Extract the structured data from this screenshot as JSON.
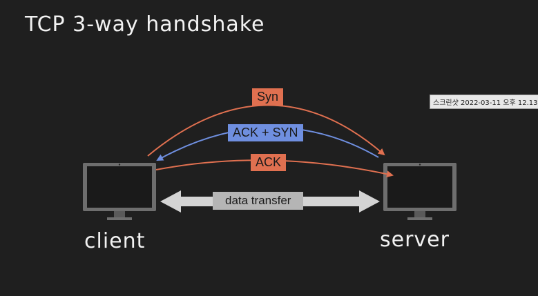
{
  "title": "TCP 3-way handshake",
  "nodes": {
    "client": "client",
    "server": "server"
  },
  "messages": {
    "syn": "Syn",
    "ack_syn": "ACK + SYN",
    "ack": "ACK",
    "data_transfer": "data transfer"
  },
  "overlay": {
    "screenshot_caption": "스크린샷 2022-03-11 오후 12.13"
  },
  "colors": {
    "background": "#1f1f1f",
    "syn_orange": "#e07050",
    "ack_syn_blue": "#6f8fe0",
    "monitor_gray": "#6e6e6e",
    "data_gray": "#b5b5b5"
  },
  "icons": [
    "monitor-icon",
    "arrow-icon"
  ]
}
